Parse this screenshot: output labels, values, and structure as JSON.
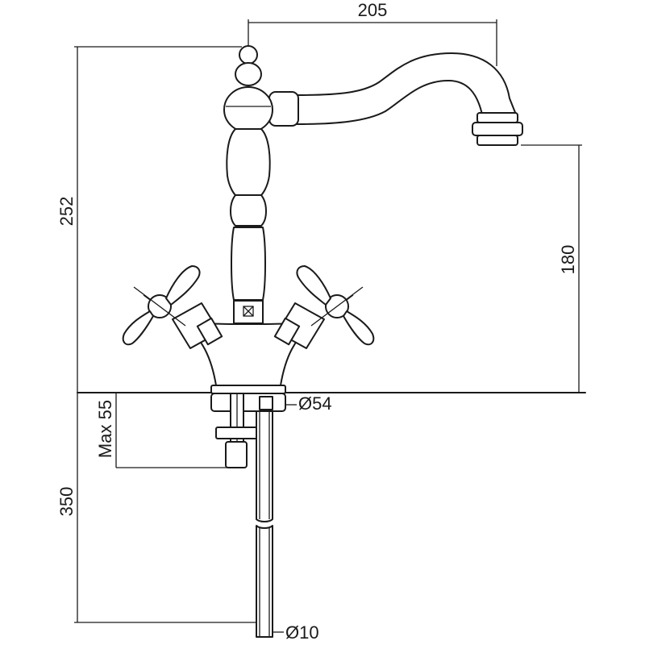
{
  "dimensions": {
    "spout_reach": "205",
    "total_height": "252",
    "spout_height": "180",
    "max_thickness": "Max 55",
    "base_diameter": "Ø54",
    "hose_length": "350",
    "hose_diameter": "Ø10"
  },
  "colors": {
    "ink": "#1a1a1a",
    "background": "#ffffff"
  }
}
